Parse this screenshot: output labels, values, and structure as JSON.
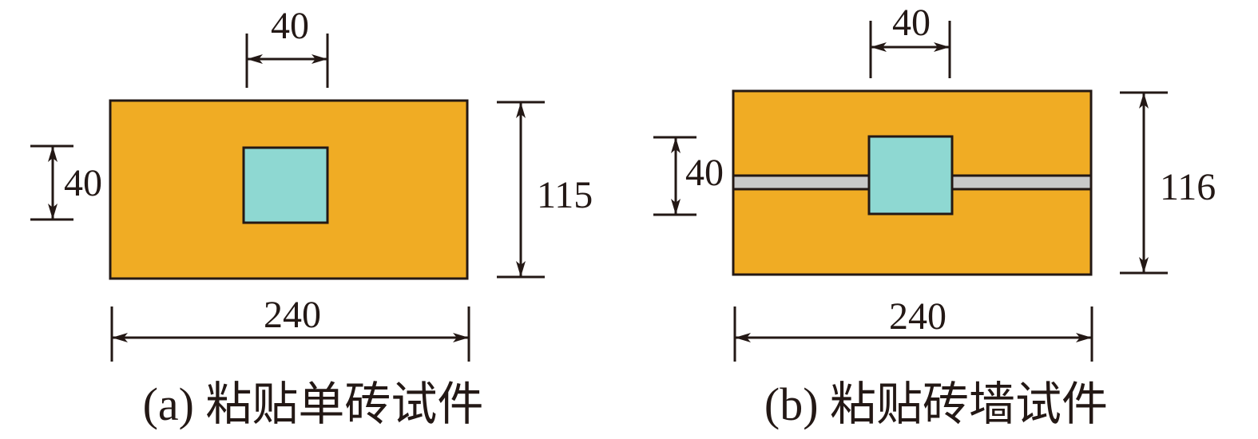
{
  "colors": {
    "brick": "#F0AC24",
    "tile": "#8ED8D2",
    "mortar": "#C9C9C9",
    "line": "#231815"
  },
  "panel_a": {
    "caption": "(a) 粘贴单砖试件",
    "dim_top": "40",
    "dim_left": "40",
    "dim_right": "115",
    "dim_bottom": "240"
  },
  "panel_b": {
    "caption": "(b) 粘贴砖墙试件",
    "dim_top": "40",
    "dim_left": "40",
    "dim_right": "116",
    "dim_bottom": "240"
  }
}
